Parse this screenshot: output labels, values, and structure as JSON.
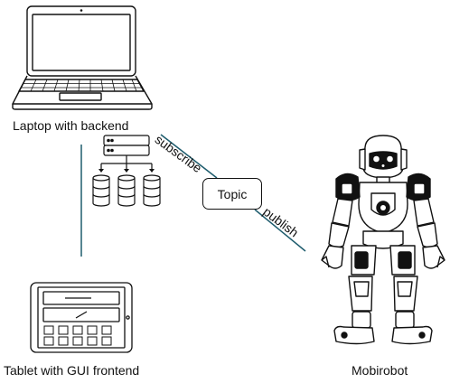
{
  "nodes": {
    "laptop": {
      "label": "Laptop with backend",
      "icon": "laptop-icon"
    },
    "server": {
      "icon": "server-database-icon"
    },
    "tablet": {
      "label": "Tablet with GUI frontend",
      "icon": "tablet-icon"
    },
    "topic": {
      "label": "Topic"
    },
    "robot": {
      "label": "Mobirobot",
      "icon": "humanoid-robot-icon"
    }
  },
  "edges": {
    "subscribe": {
      "label": "subscribe",
      "from": "laptop",
      "to": "topic"
    },
    "publish": {
      "label": "publish",
      "from": "robot",
      "to": "topic"
    },
    "laptop_tablet": {
      "from": "laptop",
      "to": "tablet"
    }
  },
  "colors": {
    "connector": "#1f5d6e",
    "ink": "#111111",
    "background": "#ffffff"
  }
}
